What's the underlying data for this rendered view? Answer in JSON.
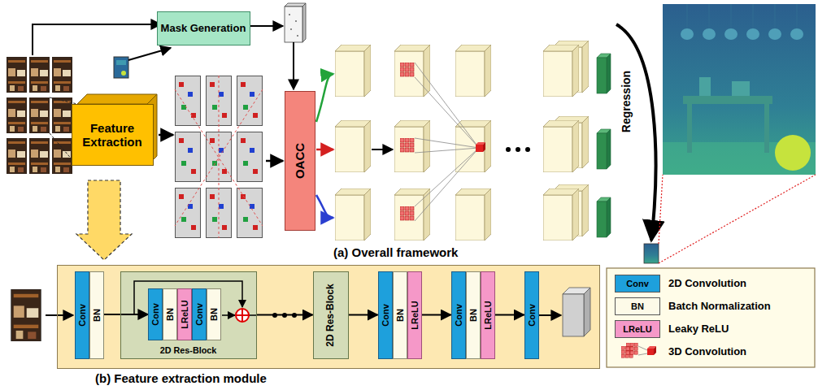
{
  "diagram": {
    "nodes": [
      {
        "text": [
          "Mask Generation"
        ]
      },
      {
        "text": [
          "Feature Extraction"
        ]
      },
      {
        "text": [
          "OACC"
        ]
      },
      {
        "text": [
          "(b) Feature extraction module"
        ]
      },
      {
        "text": [
          "Conv"
        ],
        "in": 3
      },
      {
        "text": [
          "BN"
        ],
        "in": 3
      },
      {
        "text": [
          "2D Res-Block"
        ],
        "in": 3
      },
      {
        "text": [
          "Conv"
        ],
        "in": 6
      },
      {
        "text": [
          "BN"
        ],
        "in": 6
      },
      {
        "text": [
          "LReLU"
        ],
        "in": 6
      },
      {
        "text": [
          "Conv"
        ],
        "in": 6
      },
      {
        "text": [
          "BN"
        ],
        "in": 6
      },
      {
        "text": [
          "2D Res-Block"
        ],
        "in": 3
      },
      {
        "text": [
          "Conv"
        ],
        "in": 3
      },
      {
        "text": [
          "BN"
        ],
        "in": 3
      },
      {
        "text": [
          "LReLU"
        ],
        "in": 3
      },
      {
        "text": [
          "Conv"
        ],
        "in": 3
      },
      {
        "text": [
          "BN"
        ],
        "in": 3
      },
      {
        "text": [
          "LReLU"
        ],
        "in": 3
      },
      {
        "text": [
          "Conv"
        ],
        "in": 3
      }
    ],
    "edges": [
      {
        "from": 5,
        "to": 7,
        "arrow": "to"
      },
      {
        "from": 6,
        "to": 12,
        "arrow": "to"
      },
      {
        "from": 12,
        "to": 13,
        "arrow": "to"
      },
      {
        "from": 15,
        "to": 16,
        "arrow": "to"
      },
      {
        "from": 18,
        "to": 19,
        "arrow": "to"
      }
    ],
    "labels": [
      "Regression",
      "(a) Overall framework",
      "Conv",
      "BN",
      "LReLU"
    ],
    "legend": [
      {
        "text": "2D Convolution",
        "color": "#1ea0dc"
      },
      {
        "text": "Batch Normalization",
        "color": "#fdfae8"
      },
      {
        "text": "Leaky ReLU",
        "color": "#f598c8"
      },
      {
        "text": "3D Convolution"
      }
    ]
  }
}
